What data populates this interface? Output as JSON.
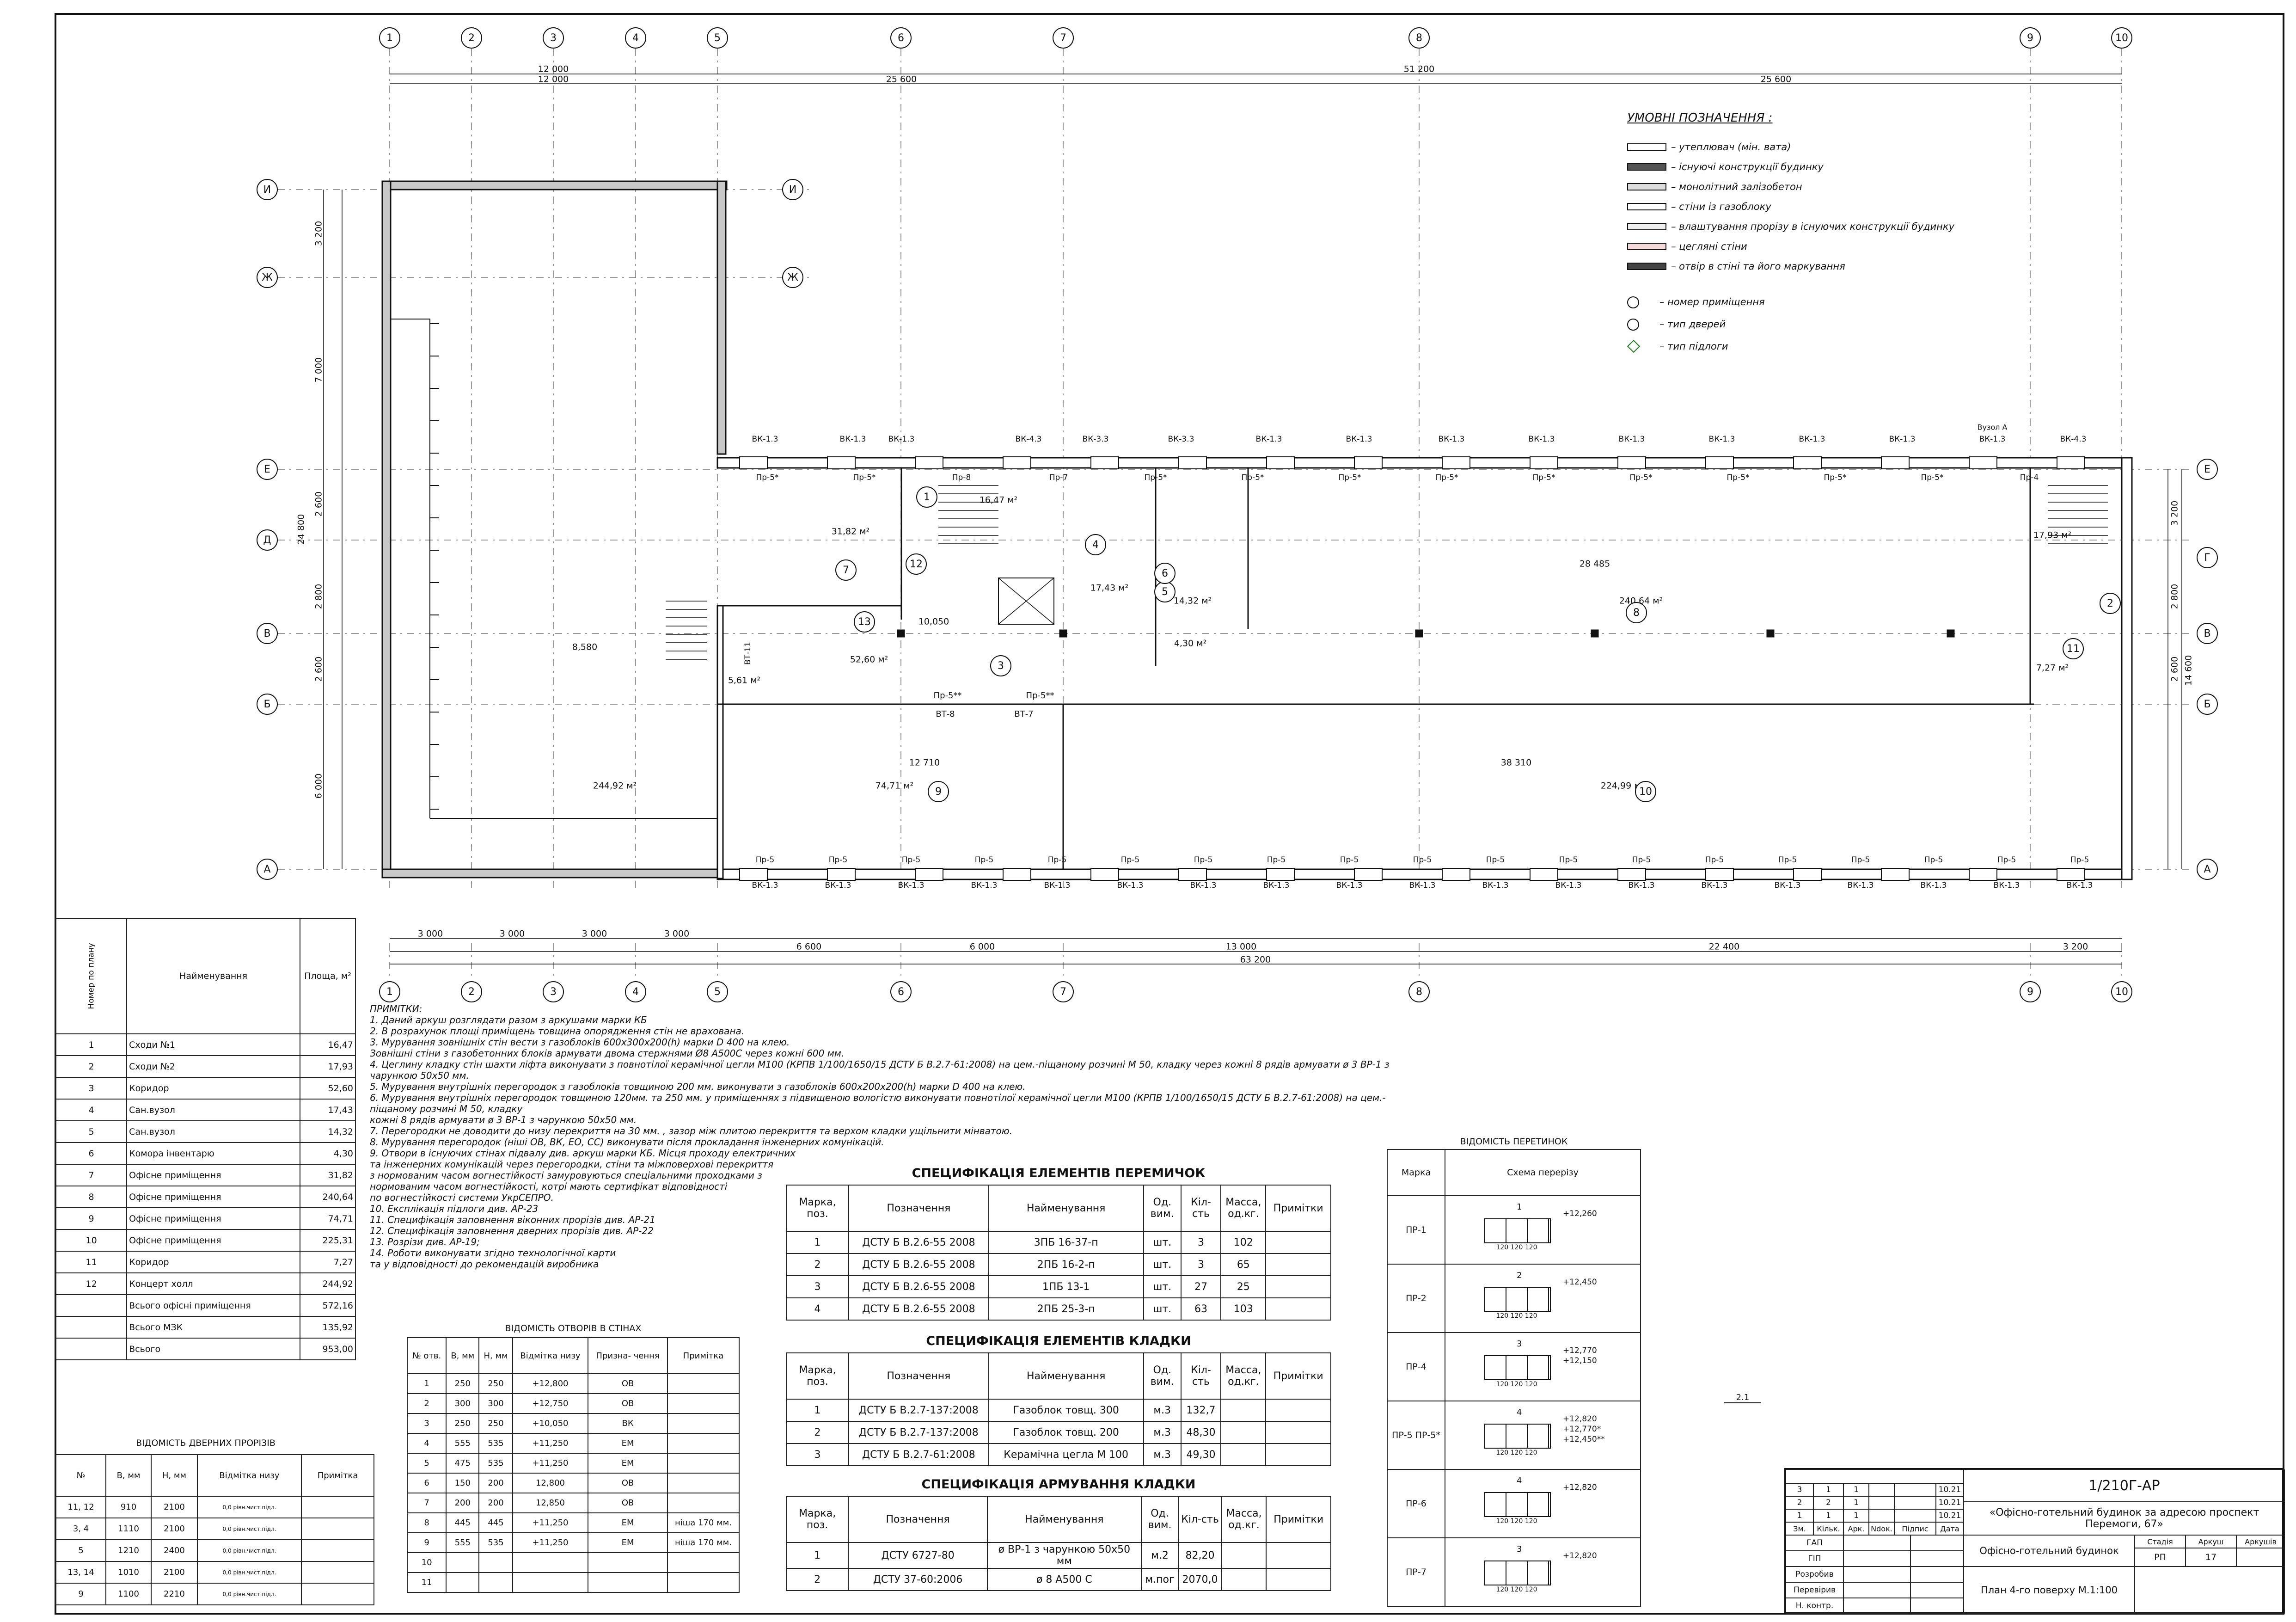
{
  "axes_top": [
    "1",
    "2",
    "3",
    "4",
    "5",
    "6",
    "7",
    "8",
    "9",
    "10"
  ],
  "axes_side": [
    "И",
    "Ж",
    "Е",
    "Д",
    "В",
    "Б",
    "А"
  ],
  "axes_right": [
    "Е",
    "Г",
    "В",
    "Б",
    "А"
  ],
  "dims_top_total": "51 200",
  "dims_top_row1": [
    "12 000",
    "25 600",
    "25 600"
  ],
  "dims_top_row1b": [
    "12 000"
  ],
  "dims_left": [
    "3 200",
    "7 000",
    "2 600",
    "2 800",
    "2 600",
    "6 000"
  ],
  "dims_left_total": "24 800",
  "dims_bottom_row1": [
    "3 000",
    "3 000",
    "3 000",
    "3 000"
  ],
  "dims_bottom_row2": [
    "6 600",
    "6 000",
    "13 000",
    "22 400",
    "3 200"
  ],
  "dims_bottom_total": "63 200",
  "dims_right": [
    "3 200",
    "2 800",
    "2 600",
    "14 600"
  ],
  "room_areas": [
    "244,92 м²",
    "31,82 м²",
    "16,47 м²",
    "52,60 м²",
    "17,43 м²",
    "14,32 м²",
    "4,30 м²",
    "240,64 м²",
    "74,71 м²",
    "224,99 м²",
    "7,27 м²",
    "17,93 м²",
    "5,61 м²",
    "10,050"
  ],
  "room_numbers": [
    "1",
    "2",
    "3",
    "4",
    "5",
    "6",
    "7",
    "8",
    "9",
    "10",
    "11",
    "12",
    "13"
  ],
  "lintels_top": [
    "ВК-1.3",
    "ВК-1.3",
    "ВК-1.3",
    "ВК-4.3",
    "ВК-3.3",
    "ВК-3.3",
    "ВК-1.3",
    "ВК-1.3",
    "ВК-1.3",
    "ВК-1.3",
    "ВК-1.3",
    "ВК-1.3",
    "ВК-1.3",
    "ВК-1.3",
    "ВК-1.3",
    "ВК-4.3"
  ],
  "lintels_bottom": [
    "ВК-1.3",
    "ВК-1.3",
    "ВК-1.3",
    "ВК-1.3",
    "ВК-1.3",
    "ВК-1.3",
    "ВК-1.3",
    "ВК-1.3",
    "ВК-1.3",
    "ВК-1.3",
    "ВК-1.3",
    "ВК-1.3",
    "ВК-1.3",
    "ВК-1.3",
    "ВК-1.3",
    "ВК-1.3",
    "ВК-1.3",
    "ВК-1.3",
    "ВК-1.3"
  ],
  "openings_top": [
    "Пр-5*",
    "Пр-5*",
    "Пр-8",
    "Пр-7",
    "Пр-5*",
    "Пр-5*",
    "Пр-5*",
    "Пр-5*",
    "Пр-5*",
    "Пр-5*",
    "Пр-5*",
    "Пр-5*",
    "Пр-5*",
    "Пр-4"
  ],
  "openings_bottom": [
    "Пр-5",
    "Пр-5",
    "Пр-5",
    "Пр-5",
    "Пр-5",
    "Пр-5",
    "Пр-5",
    "Пр-5",
    "Пр-5",
    "Пр-5",
    "Пр-5",
    "Пр-5",
    "Пр-5",
    "Пр-5",
    "Пр-5",
    "Пр-5",
    "Пр-5",
    "Пр-5",
    "Пр-5"
  ],
  "plan_labels": {
    "bt11": "ВТ-11",
    "bt8": "ВТ-8",
    "bt7": "ВТ-7",
    "pr5a": "Пр-5**",
    "pr5b": "Пр-5**",
    "area_big": "8,580",
    "d38": "38 310",
    "d12": "12 710",
    "d28": "28 485",
    "vyzol": "Вузол А"
  },
  "legend": {
    "title": "УМОВНІ  ПОЗНАЧЕННЯ :",
    "items": [
      "– утеплювач (мін. вата)",
      "– існуючі конструкції будинку",
      "– монолітний залізобетон",
      "– стіни із газоблоку",
      "– влаштування прорізу в існуючих конструкції будинку",
      "– цегляні стіни",
      "– отвір в стіні та його маркування",
      "– номер приміщення",
      "– тип дверей",
      "– тип підлоги"
    ]
  },
  "rooms_table": {
    "headers": [
      "Номер по плану",
      "Найменування",
      "Площа, м²"
    ],
    "rows": [
      [
        "1",
        "Сходи №1",
        "16,47"
      ],
      [
        "2",
        "Сходи №2",
        "17,93"
      ],
      [
        "3",
        "Коридор",
        "52,60"
      ],
      [
        "4",
        "Сан.вузол",
        "17,43"
      ],
      [
        "5",
        "Сан.вузол",
        "14,32"
      ],
      [
        "6",
        "Комора інвентарю",
        "4,30"
      ],
      [
        "7",
        "Офісне приміщення",
        "31,82"
      ],
      [
        "8",
        "Офісне приміщення",
        "240,64"
      ],
      [
        "9",
        "Офісне приміщення",
        "74,71"
      ],
      [
        "10",
        "Офісне приміщення",
        "225,31"
      ],
      [
        "11",
        "Коридор",
        "7,27"
      ],
      [
        "12",
        "Концерт холл",
        "244,92"
      ]
    ],
    "totals": [
      [
        "Всього офісні приміщення",
        "572,16"
      ],
      [
        "Всього МЗК",
        "135,92"
      ],
      [
        "Всього",
        "953,00"
      ]
    ]
  },
  "doors_table": {
    "title": "ВІДОМІСТЬ ДВЕРНИХ ПРОРІЗІВ",
    "headers": [
      "№",
      "В, мм",
      "Н, мм",
      "Відмітка низу",
      "Примітка"
    ],
    "rows": [
      [
        "11, 12",
        "910",
        "2100",
        "0,0 рівн.чист.підл."
      ],
      [
        "3, 4",
        "1110",
        "2100",
        "0,0 рівн.чист.підл."
      ],
      [
        "5",
        "1210",
        "2400",
        "0,0 рівн.чист.підл."
      ],
      [
        "13, 14",
        "1010",
        "2100",
        "0,0 рівн.чист.підл."
      ],
      [
        "9",
        "1100",
        "2210",
        "0,0 рівн.чист.підл."
      ]
    ]
  },
  "notes": {
    "title": "ПРИМІТКИ:",
    "lines": [
      "1. Даний аркуш розглядати разом з аркушами марки КБ",
      "2. В розрахунок площі приміщень товщина опорядження стін не врахована.",
      "3. Мурування зовнішніх стін вести з газоблоків 600х300х200(h) марки D 400 на клею.",
      "Зовнішні стіни з газобетонних блоків армувати двома стержнями Ø8 А500С через кожні 600 мм.",
      "4. Цеглину кладку стін шахти ліфта виконувати з повнотілої керамічної цегли М100 (КРПВ 1/100/1650/15 ДСТУ Б В.2.7-61:2008) на цем.-піщаному розчині М 50, кладку через кожні 8 рядів армувати ø 3 ВР-1 з",
      "чарункою 50х50 мм.",
      "5. Мурування внутрішніх перегородок з газоблоків товщиною 200 мм. виконувати з газоблоків 600х200х200(h) марки D 400 на клею.",
      "6. Мурування внутрішніх перегородок товщиною 120мм. та 250 мм. у приміщеннях з підвищеною вологістю  виконувати повнотілої керамічної цегли М100 (КРПВ 1/100/1650/15 ДСТУ Б В.2.7-61:2008) на цем.-",
      "піщаному розчині М 50, кладку",
      "кожні 8 рядів армувати ø 3 ВР-1 з чарункою 50х50 мм.",
      "7. Перегородки не доводити до низу перекриття на 30 мм. , зазор між плитою перекриття та верхом кладки ущільнити мінватою.",
      "8. Мурування перегородок (ніші ОВ, ВК, ЕО, СС)  виконувати після прокладання інженерних комунікацій.",
      "9. Отвори в існуючих стінах підвалу див. аркуш марки КБ. Місця  проходу  електричних",
      "та інженерних комунікацій  через  перегородки,  стіни  та міжповерхові перекриття",
      "з нормованим  часом вогнестійкості  замуровуються спеціальними  проходками з",
      "нормованим часом вогнестійкості, котрі мають сертифікат  відповідності",
      "по вогнестійкості системи  УкрСЕПРО.",
      "10. Експлікація підлоги див. АР-23",
      "11. Специфікація заповнення віконних прорізів див. АР-21",
      "12. Специфікація заповнення дверних прорізів див. АР-22",
      "13. Розрізи див. АР-19;",
      "14. Роботи виконувати згідно технологічної карти",
      "та у відповідності до рекомендацій виробника"
    ]
  },
  "openings_table": {
    "title": "ВІДОМІСТЬ ОТВОРІВ В СТІНАХ",
    "headers": [
      "№ отв.",
      "В, мм",
      "Н, мм",
      "Відмітка низу",
      "Призна- чення",
      "Примітка"
    ],
    "rows": [
      [
        "1",
        "250",
        "250",
        "+12,800",
        "ОВ",
        ""
      ],
      [
        "2",
        "300",
        "300",
        "+12,750",
        "ОВ",
        ""
      ],
      [
        "3",
        "250",
        "250",
        "+10,050",
        "ВК",
        ""
      ],
      [
        "4",
        "555",
        "535",
        "+11,250",
        "ЕМ",
        ""
      ],
      [
        "5",
        "475",
        "535",
        "+11,250",
        "ЕМ",
        ""
      ],
      [
        "6",
        "150",
        "200",
        "12,800",
        "ОВ",
        ""
      ],
      [
        "7",
        "200",
        "200",
        "12,850",
        "ОВ",
        ""
      ],
      [
        "8",
        "445",
        "445",
        "+11,250",
        "ЕМ",
        "ніша 170 мм."
      ],
      [
        "9",
        "555",
        "535",
        "+11,250",
        "ЕМ",
        "ніша 170 мм."
      ],
      [
        "10",
        "",
        "",
        "",
        "",
        ""
      ],
      [
        "11",
        "",
        "",
        "",
        "",
        ""
      ]
    ]
  },
  "spec_lintels": {
    "title": "СПЕЦИФІКАЦІЯ ЕЛЕМЕНТІВ ПЕРЕМИЧОК",
    "headers": [
      "Марка, поз.",
      "Позначення",
      "Найменування",
      "Од. вим.",
      "Кіл-сть",
      "Масса, од.кг.",
      "Примітки"
    ],
    "rows": [
      [
        "1",
        "ДСТУ Б В.2.6-55 2008",
        "3ПБ 16-37-п",
        "шт.",
        "3",
        "102"
      ],
      [
        "2",
        "ДСТУ Б В.2.6-55 2008",
        "2ПБ 16-2-п",
        "шт.",
        "3",
        "65"
      ],
      [
        "3",
        "ДСТУ Б В.2.6-55 2008",
        "1ПБ 13-1",
        "шт.",
        "27",
        "25"
      ],
      [
        "4",
        "ДСТУ Б В.2.6-55 2008",
        "2ПБ 25-3-п",
        "шт.",
        "63",
        "103"
      ]
    ]
  },
  "spec_masonry": {
    "title": "СПЕЦИФІКАЦІЯ ЕЛЕМЕНТІВ КЛАДКИ",
    "headers": [
      "Марка, поз.",
      "Позначення",
      "Найменування",
      "Од. вим.",
      "Кіл-сть",
      "Масса, од.кг.",
      "Примітки"
    ],
    "rows": [
      [
        "1",
        "ДСТУ Б В.2.7-137:2008",
        "Газоблок товщ. 300",
        "м.3",
        "132,7",
        ""
      ],
      [
        "2",
        "ДСТУ Б В.2.7-137:2008",
        "Газоблок товщ. 200",
        "м.3",
        "48,30",
        ""
      ],
      [
        "3",
        "ДСТУ Б В.2.7-61:2008",
        "Керамічна цегла М 100",
        "м.3",
        "49,30",
        ""
      ]
    ]
  },
  "spec_reinf": {
    "title": "СПЕЦИФІКАЦІЯ АРМУВАННЯ КЛАДКИ",
    "headers": [
      "Марка, поз.",
      "Позначення",
      "Найменування",
      "Од. вим.",
      "Кіл-сть",
      "Масса, од.кг.",
      "Примітки"
    ],
    "rows": [
      [
        "1",
        "ДСТУ 6727-80",
        "ø ВР-1 з чарункою 50х50 мм",
        "м.2",
        "82,20",
        ""
      ],
      [
        "2",
        "ДСТУ 37-60:2006",
        "ø 8 А500 С",
        "м.пог",
        "2070,0",
        ""
      ]
    ]
  },
  "lintel_schedule": {
    "title": "ВІДОМІСТЬ ПЕРЕТИНОК",
    "headers": [
      "Марка",
      "Схема перерізу"
    ],
    "rows": [
      {
        "mark": "ПР-1",
        "n": "1",
        "lv": [
          "+12,260"
        ]
      },
      {
        "mark": "ПР-2",
        "n": "2",
        "lv": [
          "+12,450"
        ]
      },
      {
        "mark": "ПР-4",
        "n": "3",
        "lv": [
          "+12,770",
          "+12,150"
        ]
      },
      {
        "mark": "ПР-5 ПР-5*",
        "n": "4",
        "lv": [
          "+12,820",
          "+12,770*",
          "+12,450**"
        ]
      },
      {
        "mark": "ПР-6",
        "n": "4",
        "lv": [
          "+12,820"
        ]
      },
      {
        "mark": "ПР-7",
        "n": "3",
        "lv": [
          "+12,820"
        ]
      }
    ],
    "dims": "120 120 120",
    "callout": "2.1"
  },
  "title_block": {
    "code": "1/210Г-АР",
    "object": "«Офісно-готельний будинок за адресою проспект Перемоги, 67»",
    "building": "Офісно-готельний будинок",
    "sheet_title": "План 4-го поверху М.1:100",
    "stage_hdr": "Стадія",
    "sheet_hdr": "Аркуш",
    "sheets_hdr": "Аркушів",
    "stage": "РП",
    "sheet": "17",
    "sheets": "",
    "rev_rows": [
      [
        "3",
        "1",
        "1",
        "",
        "",
        "10.21"
      ],
      [
        "2",
        "2",
        "1",
        "",
        "",
        "10.21"
      ],
      [
        "1",
        "1",
        "1",
        "",
        "",
        "10.21"
      ]
    ],
    "rev_hdr": [
      "Зм.",
      "Кільк.",
      "Арк.",
      "Ndoк.",
      "Підпис",
      "Дата"
    ],
    "roles": [
      "ГАП",
      "ГІП",
      "Розробив",
      "Перевірив",
      "Н. контр."
    ]
  }
}
